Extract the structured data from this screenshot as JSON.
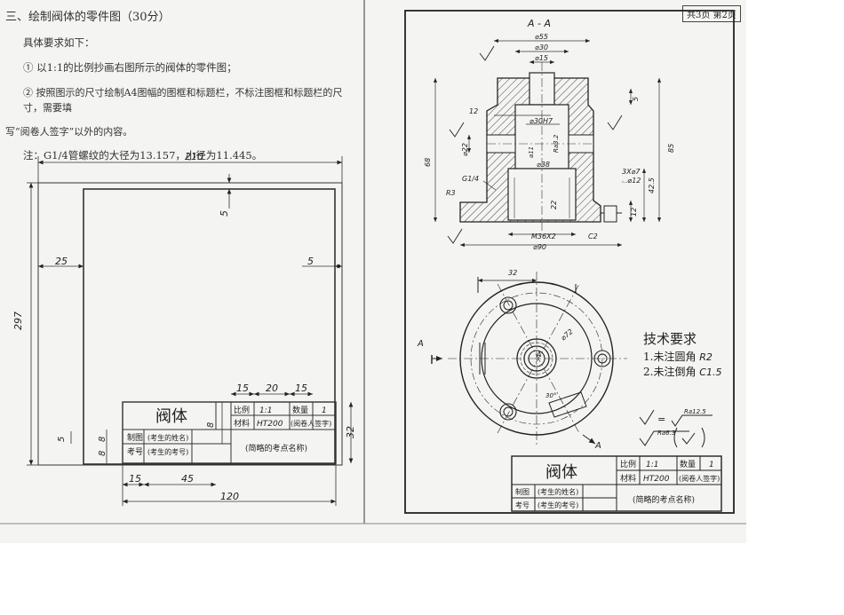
{
  "instructions": {
    "heading": "三、绘制阀体的零件图（30分）",
    "req_label": "具体要求如下：",
    "item1": "① 以1:1的比例抄画右图所示的阀体的零件图；",
    "item2a": "② 按照图示的尺寸绘制A4图幅的图框和标题栏，不标注图框和标题栏的尺寸，需要填",
    "item2b": "写“阅卷人签字”以外的内容。",
    "note": "注：G1/4管螺纹的大径为13.157，小径为11.445。"
  },
  "page_label": "共3页 第2页",
  "frame_dims": {
    "width": "210",
    "height": "297",
    "left_margin": "25",
    "right_margin": "5",
    "top_margin": "5",
    "tb_w1": "15",
    "tb_w2": "20",
    "tb_w3": "15",
    "tb_b1": "15",
    "tb_b2": "45",
    "tb_total": "120",
    "tb_h": "32",
    "tb_r1": "8",
    "tb_r2": "8",
    "tb_r3": "8",
    "tb_r4": "5"
  },
  "title_block": {
    "part_name": "阀体",
    "scale_label": "比例",
    "scale_value": "1:1",
    "qty_label": "数量",
    "qty_value": "1",
    "material_label": "材料",
    "material_value": "HT200",
    "signer": "(阅卷人签字)",
    "drawn_label": "制图",
    "drawn_value": "(考生的姓名)",
    "exam_label": "考号",
    "exam_value": "(考生的考号)",
    "school": "(简略的考点名称)"
  },
  "section": {
    "title": "A - A",
    "d55": "⌀55",
    "d30": "⌀30",
    "d15": "⌀15",
    "d30h7": "⌀30H7",
    "d22": "⌀22",
    "d11": "⌀11",
    "ra32": "Ra3.2",
    "d38": "⌀38",
    "h68": "68",
    "h85": "85",
    "h5": "5",
    "h12a": "12",
    "h42": "42.5",
    "h12b": "12",
    "h22": "22",
    "g14": "G1/4",
    "r3": "R3",
    "chamf": "3X⌀7",
    "c_bore": "⌴⌀12",
    "m36": "M36X2",
    "d90": "⌀90",
    "c2": "C2"
  },
  "top_view": {
    "d32": "32",
    "d72": "⌀72",
    "ang": "30°",
    "arrow_a": "A",
    "center_a": "A"
  },
  "tech": {
    "title": "技术要求",
    "item1": "1.未注圆角",
    "item1_val": "R2",
    "item2": "2.未注倒角",
    "item2_val": "C1.5",
    "ra125": "Ra12.5",
    "ra63": "Ra6.3"
  }
}
